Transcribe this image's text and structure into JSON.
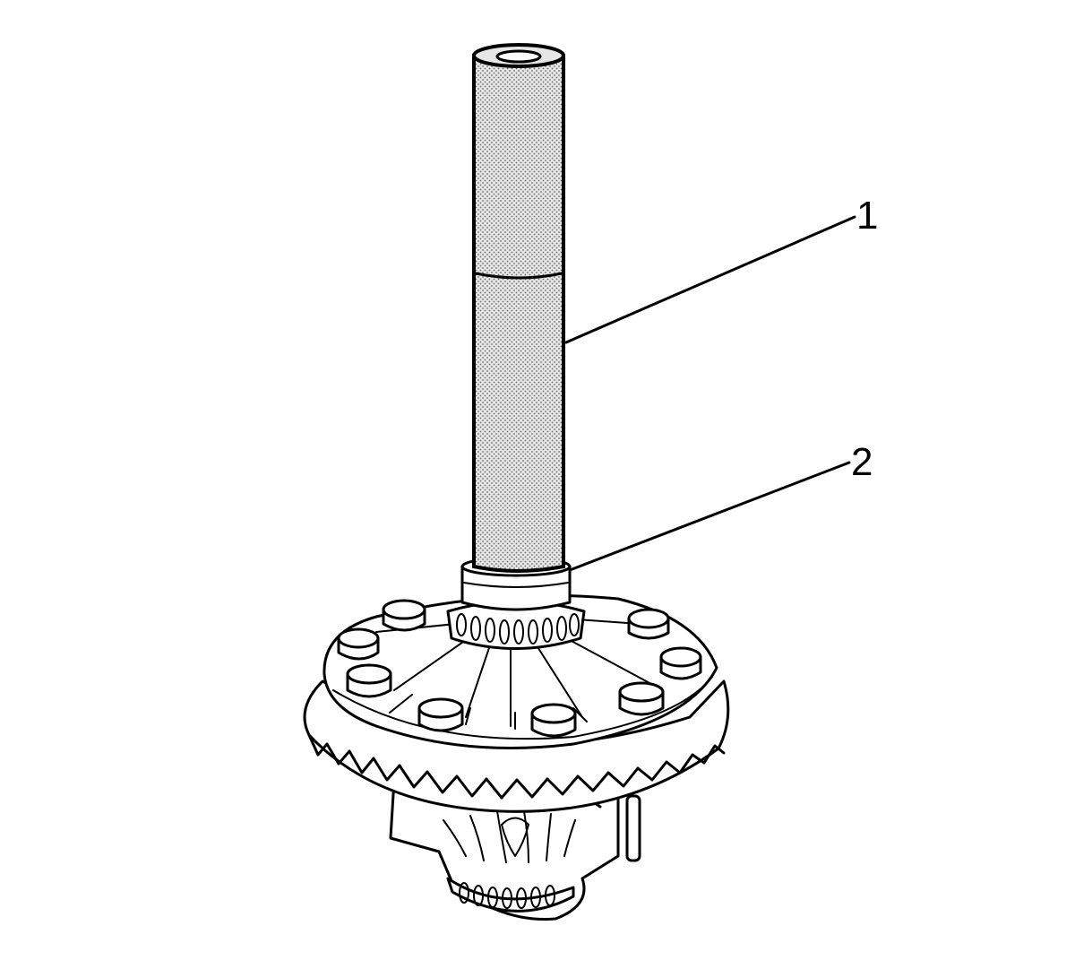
{
  "callouts": [
    {
      "id": "1",
      "label": "1"
    },
    {
      "id": "2",
      "label": "2"
    }
  ],
  "colors": {
    "ink": "#000000",
    "background": "#ffffff",
    "shaft_fill": "#d9d9d9"
  }
}
